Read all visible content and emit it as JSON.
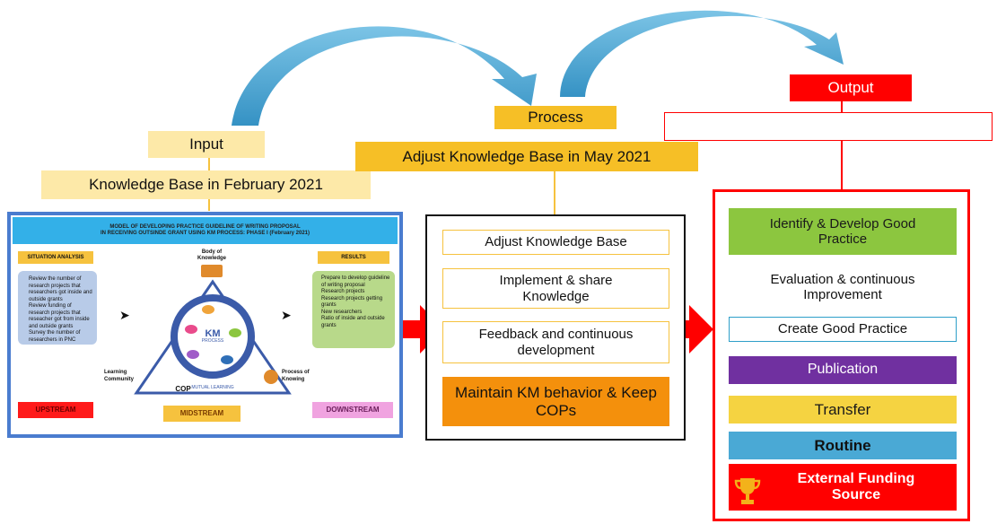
{
  "input": {
    "label": "Input",
    "kb": "Knowledge Base in February 2021"
  },
  "process": {
    "label": "Process",
    "kb": "Adjust Knowledge Base in May 2021",
    "steps": [
      "Adjust Knowledge Base",
      "Implement & share Knowledge",
      "Feedback and continuous development"
    ],
    "final": "Maintain KM behavior & Keep COPs"
  },
  "output": {
    "label": "Output",
    "steps": [
      "Identify & Develop Good Practice",
      "Evaluation & continuous Improvement",
      "Create Good Practice",
      "Publication",
      "Transfer",
      "Routine",
      "External Funding Source"
    ]
  },
  "thumbnail": {
    "title": "MODEL  OF DEVELOPING PRACTICE GUIDELINE OF WRITING PROPOSAL",
    "subtitle": "IN RECEIVING OUTSINDE GRANT USING KM PROCESS: PHASE I (February 2021)",
    "situation_header": "SITUATION ANALYSIS",
    "situation_items": [
      "Review the number of research projects that researchers got inside and outside grants",
      "Review funding of research projects that reseacher got from inside and outside grants",
      "Survey the number of researchers in PNC"
    ],
    "body_label": "Body of Knowledge",
    "results_header": "RESULTS",
    "results_items": [
      "Prepare to develop guideline of writing proposal",
      "Research projects",
      "Research projects getting grants",
      "New researchers",
      "Ratio of inside and outside grants"
    ],
    "center_km": "KM",
    "center_process": "PROCESS",
    "ring_text": "MUTUAL LEARNING",
    "cop": "COP",
    "learning_community": "Learning Community",
    "process_of_knowing": "Process of Knowing",
    "upstream": "UPSTREAM",
    "midstream": "MIDSTREAM",
    "downstream": "DOWNSTREAM"
  },
  "colors": {
    "input_label_bg": "#fde9a8",
    "process_label_bg": "#f6bf26",
    "output_label_bg": "#ff0000",
    "curved_arrow": "#4aa9d5",
    "block_arrow": "#ff0000"
  }
}
